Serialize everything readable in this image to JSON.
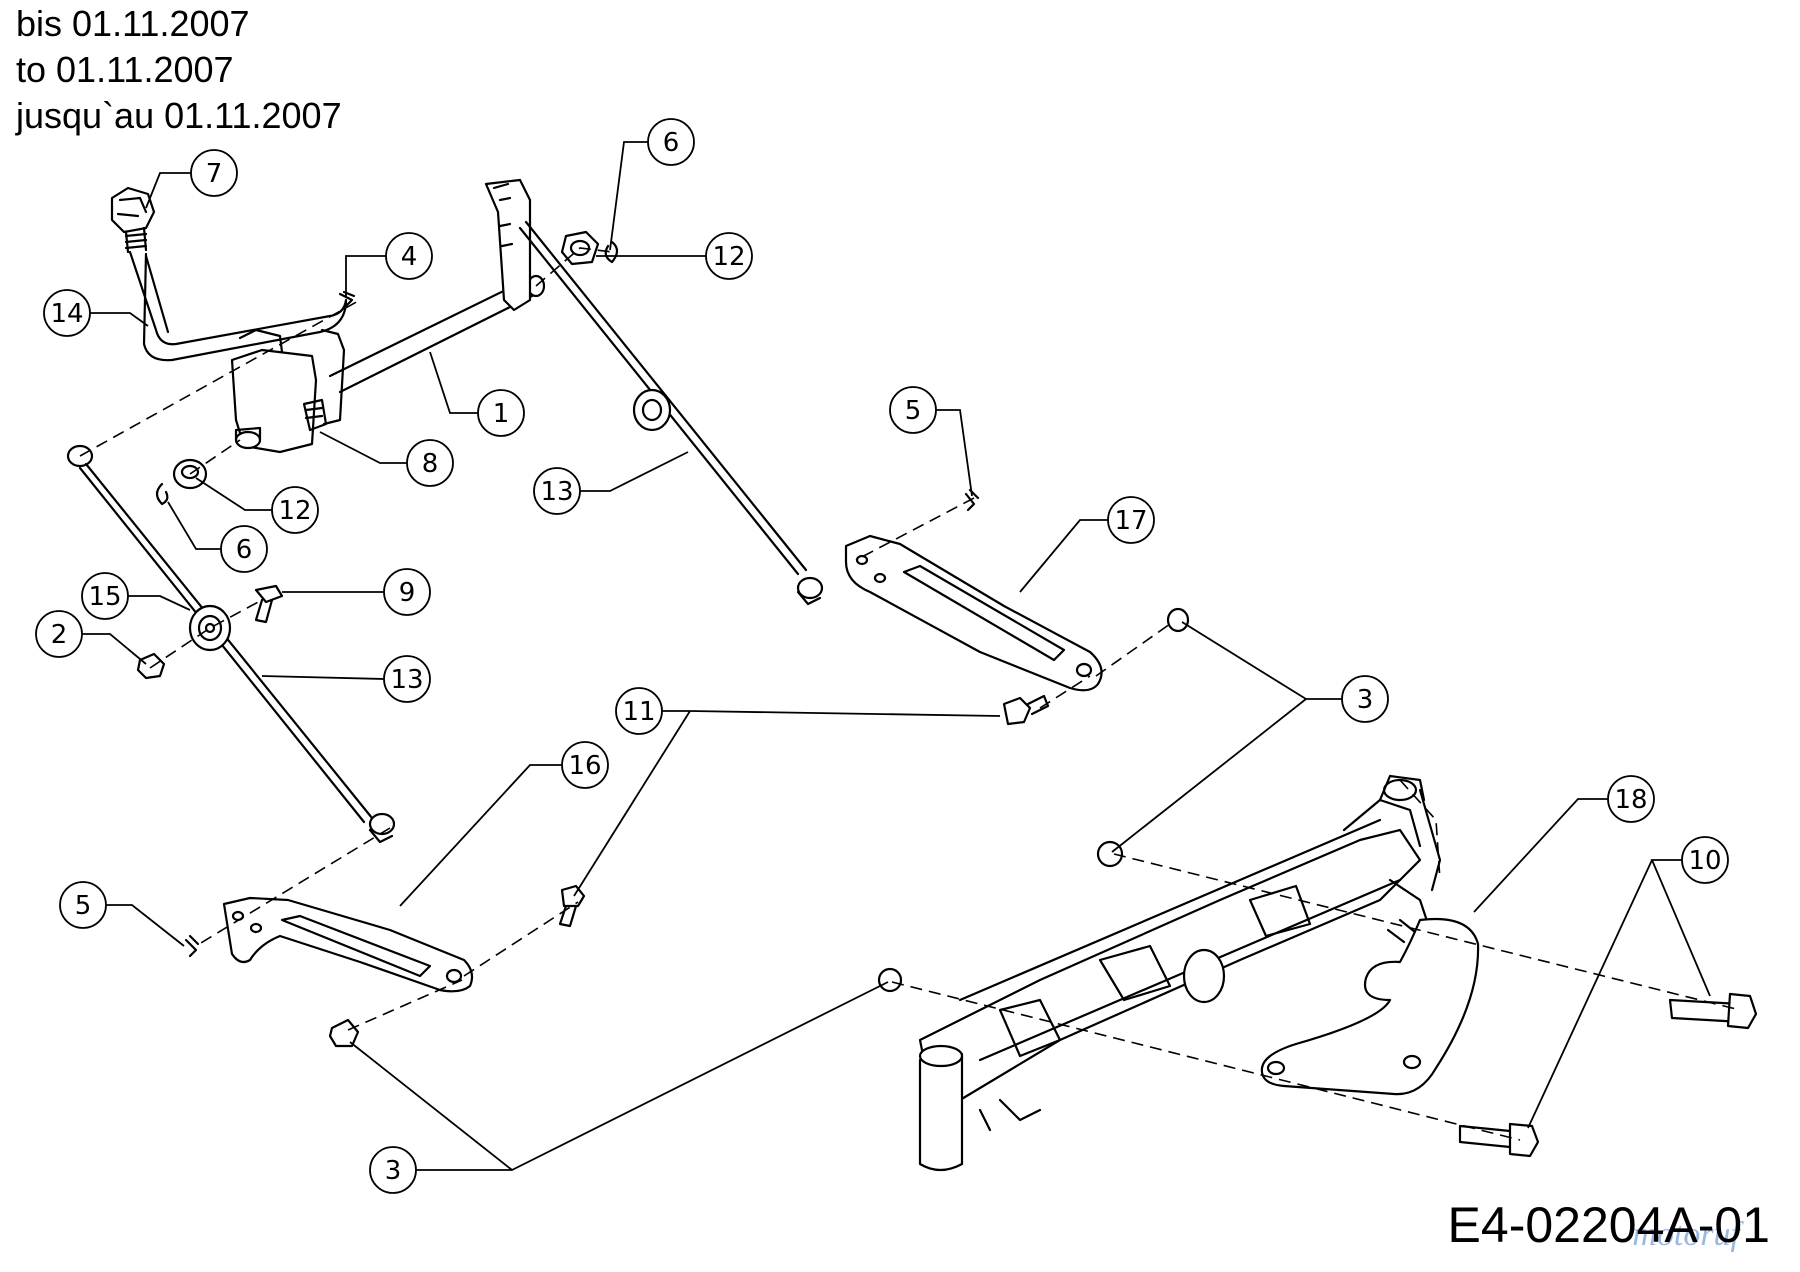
{
  "header": {
    "line1": "bis 01.11.2007",
    "line2": "to 01.11.2007",
    "line3": "jusqu`au 01.11.2007"
  },
  "drawing_code": "E4-02204A-01",
  "watermark": "motoruf",
  "callouts": [
    {
      "id": "c7",
      "label": "7"
    },
    {
      "id": "c6a",
      "label": "6"
    },
    {
      "id": "c12a",
      "label": "12"
    },
    {
      "id": "c4",
      "label": "4"
    },
    {
      "id": "c14",
      "label": "14"
    },
    {
      "id": "c1",
      "label": "1"
    },
    {
      "id": "c8",
      "label": "8"
    },
    {
      "id": "c12b",
      "label": "12"
    },
    {
      "id": "c6b",
      "label": "6"
    },
    {
      "id": "c5a",
      "label": "5"
    },
    {
      "id": "c13a",
      "label": "13"
    },
    {
      "id": "c17",
      "label": "17"
    },
    {
      "id": "c15",
      "label": "15"
    },
    {
      "id": "c9",
      "label": "9"
    },
    {
      "id": "c2",
      "label": "2"
    },
    {
      "id": "c13b",
      "label": "13"
    },
    {
      "id": "c11",
      "label": "11"
    },
    {
      "id": "c3a",
      "label": "3"
    },
    {
      "id": "c16",
      "label": "16"
    },
    {
      "id": "c18",
      "label": "18"
    },
    {
      "id": "c10",
      "label": "10"
    },
    {
      "id": "c5b",
      "label": "5"
    },
    {
      "id": "c3b",
      "label": "3"
    }
  ]
}
